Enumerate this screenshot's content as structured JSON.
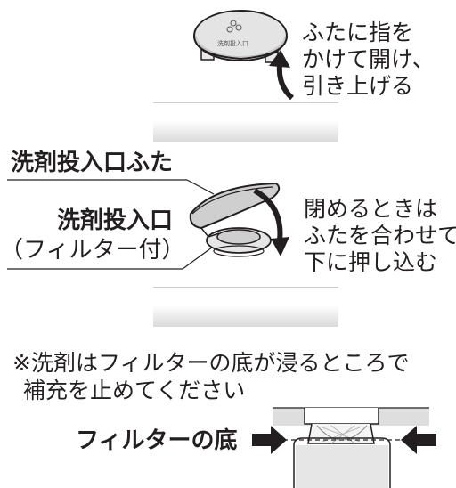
{
  "step1": {
    "cap_label": "洗剤投入口",
    "instruction_lines": [
      "ふたに指を",
      "かけて開け、",
      "引き上げる"
    ]
  },
  "step2": {
    "label_lid": "洗剤投入口ふた",
    "label_inlet": "洗剤投入口",
    "label_filter": "（フィルター付）",
    "instruction_lines": [
      "閉めるときは",
      "ふたを合わせて",
      "下に押し込む"
    ]
  },
  "note": {
    "lines": [
      "※洗剤はフィルターの底が浸るところで",
      "補充を止めてください"
    ]
  },
  "step3": {
    "label_filter_bottom": "フィルターの底"
  },
  "colors": {
    "text": "#231f20",
    "part_fill": "#d9d9d9",
    "band_shade": "#d9d9d9"
  }
}
